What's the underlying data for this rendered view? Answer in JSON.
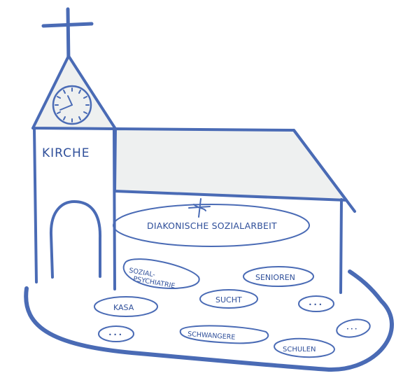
{
  "colors": {
    "ink": "#4a6bb5",
    "text": "#2f4f9a",
    "roof_fill": "#eef0f0",
    "background": "#ffffff"
  },
  "church": {
    "tower_label": "KIRCHE",
    "main_label": "DIAKONISCHE SOZIALARBEIT",
    "icons": [
      "cross-icon",
      "clock-icon",
      "diakonie-cross-icon"
    ]
  },
  "services": {
    "sozialpsychiatrie_line1": "SOZIAL-",
    "sozialpsychiatrie_line2": "PSYCHIATRIE",
    "senioren": "SENIOREN",
    "kasa": "KASA",
    "sucht": "SUCHT",
    "more_1": "• • •",
    "more_2": "• • •",
    "more_3": "• • •",
    "schwangere": "SCHWANGERE",
    "schulen": "SCHULEN"
  }
}
